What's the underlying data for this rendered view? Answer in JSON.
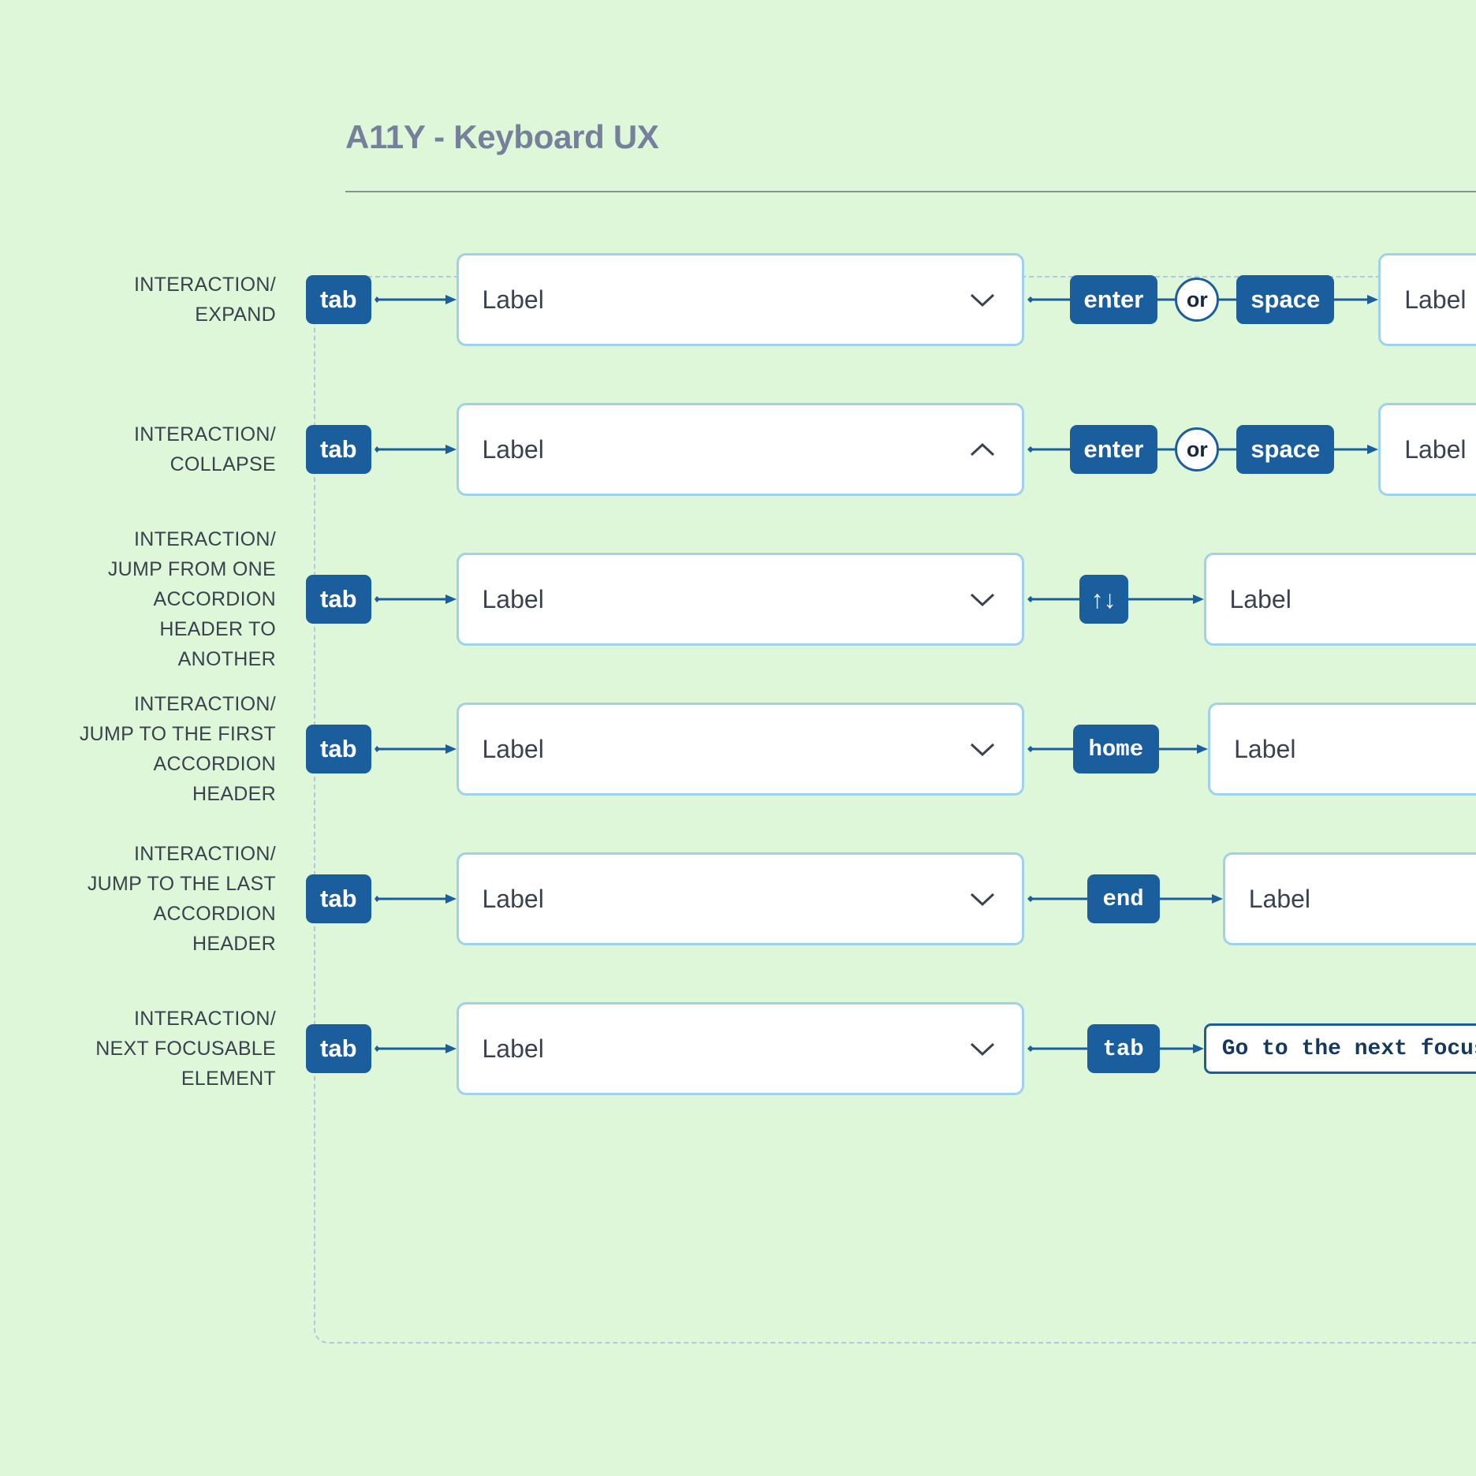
{
  "header": {
    "title": "A11Y - Keyboard UX",
    "title_color": "#77809a",
    "rule_color": "#8a9190"
  },
  "theme": {
    "background": "#ddf7d8",
    "key_blue": "#1b5e9e",
    "card_border": "#9ed2ec",
    "dashed_border": "#b7c4e2",
    "text_dark": "#39424e",
    "connector": "#1b5e9e"
  },
  "rows": [
    {
      "label": "INTERACTION/\nEXPAND",
      "key_tab": "tab",
      "card_label": "Label",
      "chevron": "chevron-down-icon",
      "key_enter": "enter",
      "or_label": "or",
      "key_space": "space",
      "result_label": "Label"
    },
    {
      "label": "INTERACTION/\nCOLLAPSE",
      "key_tab": "tab",
      "card_label": "Label",
      "chevron": "chevron-up-icon",
      "key_enter": "enter",
      "or_label": "or",
      "key_space": "space",
      "result_label": "Label"
    },
    {
      "label": "INTERACTION/\nJUMP FROM ONE\nACCORDION\nHEADER TO\nANOTHER",
      "key_tab": "tab",
      "card_label": "Label",
      "chevron": "chevron-down-icon",
      "key_arrows": "↑↓",
      "result_label": "Label"
    },
    {
      "label": "INTERACTION/\nJUMP TO THE FIRST\nACCORDION\nHEADER",
      "key_tab": "tab",
      "card_label": "Label",
      "chevron": "chevron-down-icon",
      "key_home": "home",
      "result_label": "Label"
    },
    {
      "label": "INTERACTION/\nJUMP TO THE LAST\nACCORDION\nHEADER",
      "key_tab": "tab",
      "card_label": "Label",
      "chevron": "chevron-down-icon",
      "key_end": "end",
      "result_label": "Label"
    },
    {
      "label": "INTERACTION/\nNEXT FOCUSABLE\nELEMENT",
      "key_tab": "tab",
      "card_label": "Label",
      "chevron": "chevron-down-icon",
      "key_tab2": "tab",
      "note": "Go to the next focusable element"
    }
  ]
}
